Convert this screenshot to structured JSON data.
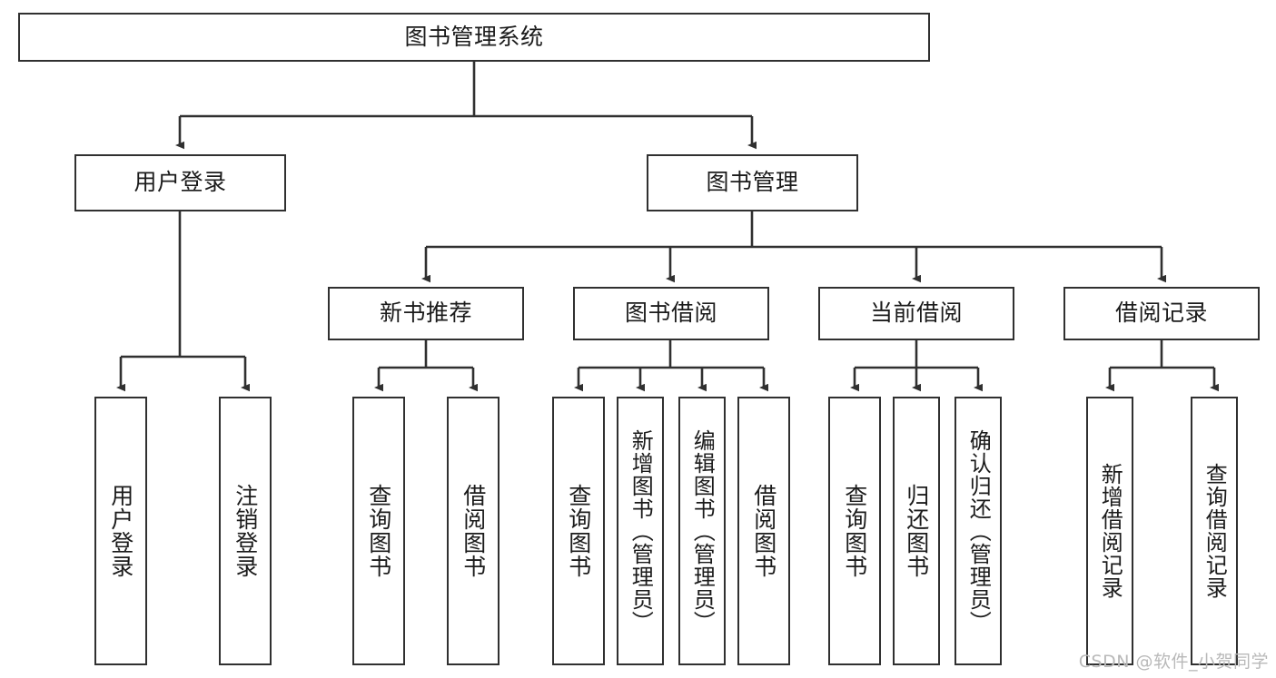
{
  "diagram": {
    "title": "图书管理系统",
    "type": "tree-hierarchy-chart",
    "stroke_color": "#303030",
    "fill_color": "#ffffff",
    "text_color": "#1b1b1b",
    "watermark": "CSDN @软件_小贺同学"
  },
  "nodes": {
    "root": {
      "label": "图书管理系统"
    },
    "level2": [
      {
        "label": "用户登录"
      },
      {
        "label": "图书管理"
      }
    ],
    "level3": [
      {
        "label": "新书推荐"
      },
      {
        "label": "图书借阅"
      },
      {
        "label": "当前借阅"
      },
      {
        "label": "借阅记录"
      }
    ],
    "leaves": {
      "user_login": [
        {
          "label": "用户登录"
        },
        {
          "label": "注销登录"
        }
      ],
      "new_book_recommend": [
        {
          "label": "查询图书"
        },
        {
          "label": "借阅图书"
        }
      ],
      "book_borrow": [
        {
          "label": "查询图书"
        },
        {
          "label": "新增图书（管理员）"
        },
        {
          "label": "编辑图书（管理员）"
        },
        {
          "label": "借阅图书"
        }
      ],
      "current_borrow": [
        {
          "label": "查询图书"
        },
        {
          "label": "归还图书"
        },
        {
          "label": "确认归还（管理员）"
        }
      ],
      "borrow_record": [
        {
          "label": "新增借阅记录"
        },
        {
          "label": "查询借阅记录"
        }
      ]
    }
  }
}
